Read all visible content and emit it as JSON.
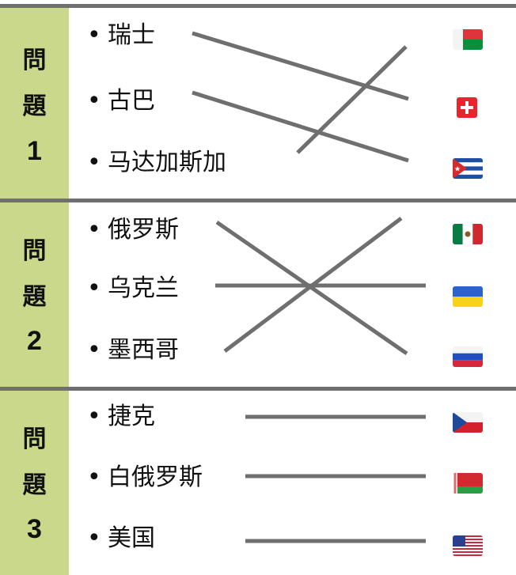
{
  "questions": [
    {
      "char1": "問",
      "char2": "題",
      "number": "1",
      "items": [
        "瑞士",
        "古巴",
        "马达加斯加"
      ],
      "flags": [
        "madagascar-flag-icon",
        "switzerland-flag-icon",
        "cuba-flag-icon"
      ]
    },
    {
      "char1": "問",
      "char2": "題",
      "number": "2",
      "items": [
        "俄罗斯",
        "乌克兰",
        "墨西哥"
      ],
      "flags": [
        "mexico-flag-icon",
        "ukraine-flag-icon",
        "russia-flag-icon"
      ]
    },
    {
      "char1": "問",
      "char2": "題",
      "number": "3",
      "items": [
        "捷克",
        "白俄罗斯",
        "美国"
      ],
      "flags": [
        "czech-flag-icon",
        "belarus-flag-icon",
        "usa-flag-icon"
      ]
    }
  ],
  "bullet": "•",
  "colors": {
    "sidebar": "#c9d88a",
    "divider": "#6f6f6f"
  }
}
